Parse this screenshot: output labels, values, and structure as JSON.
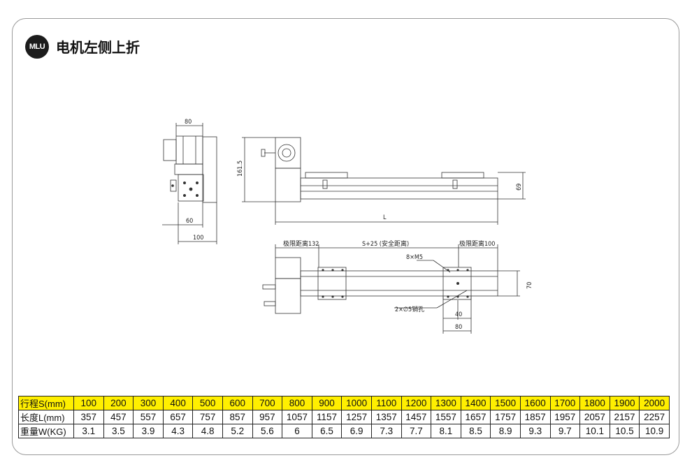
{
  "badge": "MLU",
  "title": "电机左侧上折",
  "drawing": {
    "side_view": {
      "top_width": "80",
      "bottom_width_1": "60",
      "bottom_width_2": "100"
    },
    "front_view": {
      "height": "161.5",
      "rail_height": "69",
      "length": "L"
    },
    "top_view": {
      "limit_left": "极限距离132",
      "stroke_label": "S+25 (安全距离)",
      "limit_right": "极限距离100",
      "hole_label_1": "8×M5",
      "hole_label_2": "2×∅5销孔",
      "dim_70": "70",
      "dim_40": "40",
      "dim_80": "80"
    }
  },
  "table": {
    "rows": [
      {
        "header": "行程S(mm)",
        "values": [
          "100",
          "200",
          "300",
          "400",
          "500",
          "600",
          "700",
          "800",
          "900",
          "1000",
          "1100",
          "1200",
          "1300",
          "1400",
          "1500",
          "1600",
          "1700",
          "1800",
          "1900",
          "2000"
        ]
      },
      {
        "header": "长度L(mm)",
        "values": [
          "357",
          "457",
          "557",
          "657",
          "757",
          "857",
          "957",
          "1057",
          "1157",
          "1257",
          "1357",
          "1457",
          "1557",
          "1657",
          "1757",
          "1857",
          "1957",
          "2057",
          "2157",
          "2257"
        ]
      },
      {
        "header": "重量W(KG)",
        "values": [
          "3.1",
          "3.5",
          "3.9",
          "4.3",
          "4.8",
          "5.2",
          "5.6",
          "6",
          "6.5",
          "6.9",
          "7.3",
          "7.7",
          "8.1",
          "8.5",
          "8.9",
          "9.3",
          "9.7",
          "10.1",
          "10.5",
          "10.9"
        ]
      }
    ]
  }
}
